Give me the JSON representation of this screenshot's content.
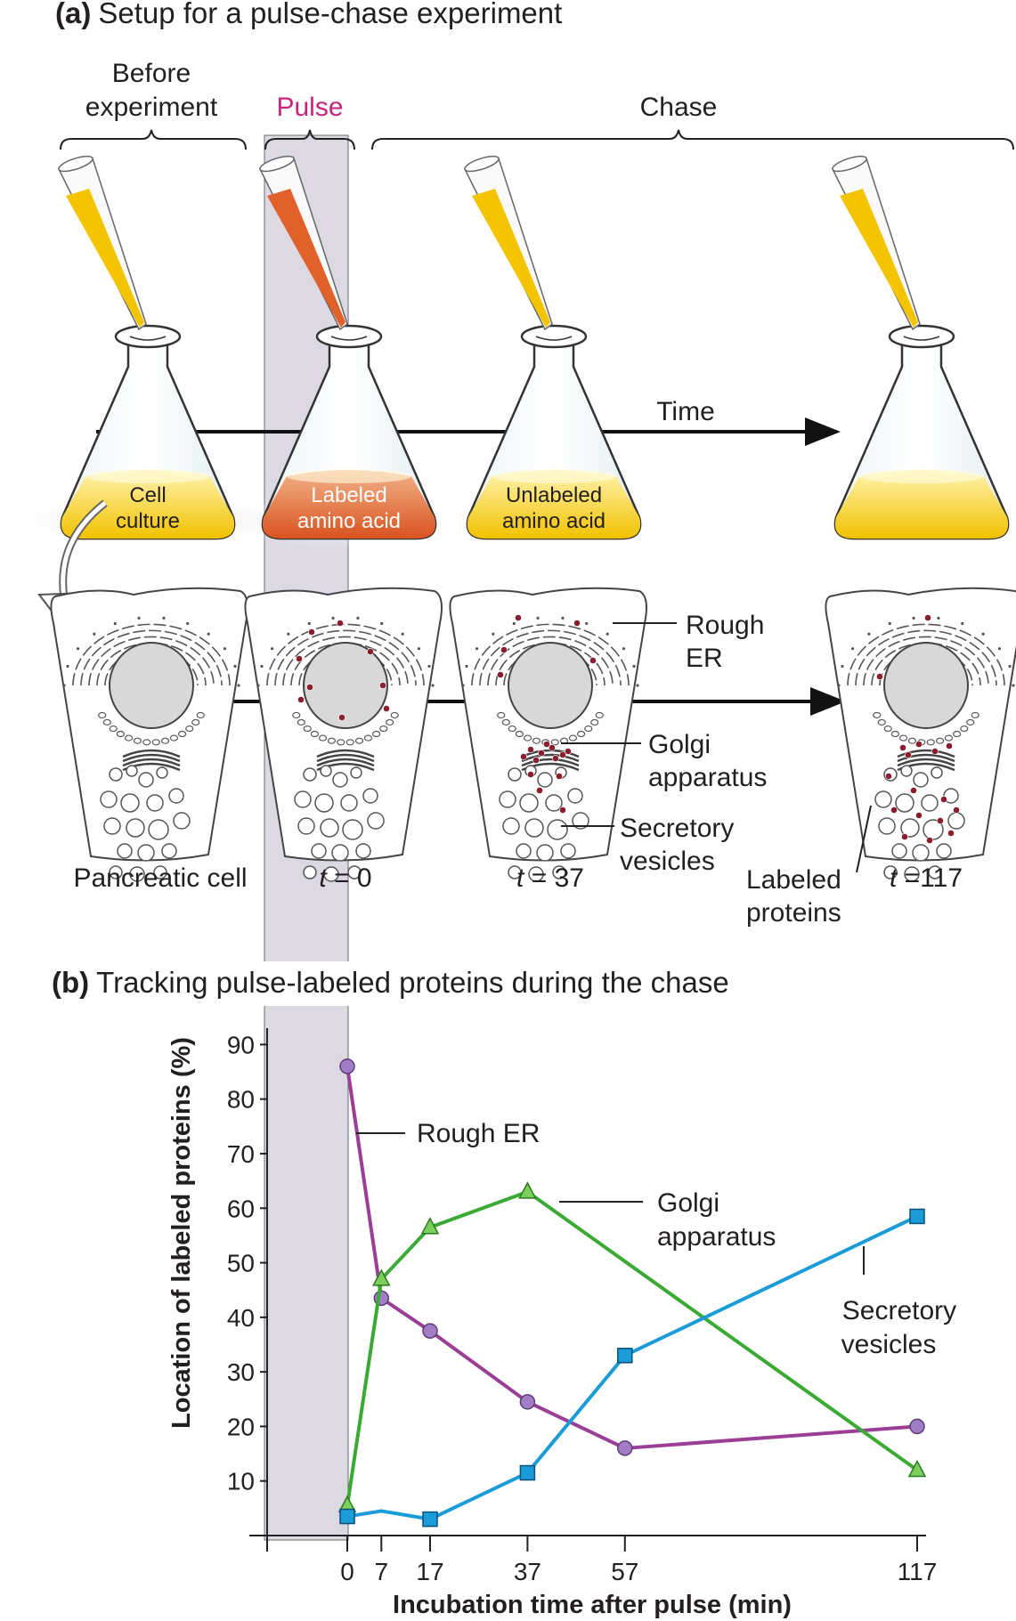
{
  "panel_a": {
    "letter": "(a)",
    "title": "Setup for a pulse-chase experiment",
    "phase_before_1": "Before",
    "phase_before_2": "experiment",
    "phase_pulse": "Pulse",
    "phase_chase": "Chase",
    "time_label": "Time",
    "flask1_line1": "Cell",
    "flask1_line2": "culture",
    "flask2_line1": "Labeled",
    "flask2_line2": "amino acid",
    "flask3_line1": "Unlabeled",
    "flask3_line2": "amino acid",
    "rough_er_1": "Rough",
    "rough_er_2": "ER",
    "golgi_1": "Golgi",
    "golgi_2": "apparatus",
    "secretory_1": "Secretory",
    "secretory_2": "vesicles",
    "labeled_1": "Labeled",
    "labeled_2": "proteins",
    "cell_caption_1": "Pancreatic cell",
    "t_symbol": "t",
    "t0_value": " = 0",
    "t37_value": " = 37",
    "t117_value": " =117",
    "colors": {
      "pulse_text": "#c8247a",
      "pulse_band": "#dcd9e3",
      "yellow_liquid": "#f5c400",
      "red_liquid": "#e0612a",
      "label_dot": "#8b1e2d"
    }
  },
  "panel_b": {
    "letter": "(b)",
    "title": "Tracking pulse-labeled proteins during the chase",
    "ylabel": "Location of labeled proteins (%)",
    "xlabel": "Incubation time after pulse (min)",
    "series_label_er": "Rough ER",
    "series_label_golgi_1": "Golgi",
    "series_label_golgi_2": "apparatus",
    "series_label_sec_1": "Secretory",
    "series_label_sec_2": "vesicles"
  },
  "chart_data": {
    "type": "line",
    "x": [
      0,
      7,
      17,
      37,
      57,
      117
    ],
    "x_ticks": [
      0,
      7,
      17,
      37,
      57,
      117
    ],
    "y_ticks": [
      10,
      20,
      30,
      40,
      50,
      60,
      70,
      80,
      90
    ],
    "series": [
      {
        "name": "Rough ER",
        "color": "#9b3f96",
        "marker": "circle",
        "points": [
          [
            0,
            86
          ],
          [
            7,
            43.5
          ],
          [
            17,
            37.5
          ],
          [
            37,
            24.5
          ],
          [
            57,
            16
          ],
          [
            117,
            20
          ]
        ]
      },
      {
        "name": "Golgi apparatus",
        "color": "#3aaa35",
        "marker": "triangle",
        "points": [
          [
            0,
            5.5
          ],
          [
            7,
            47
          ],
          [
            17,
            56.5
          ],
          [
            37,
            63
          ],
          [
            117,
            12
          ]
        ]
      },
      {
        "name": "Secretory vesicles",
        "color": "#1a9cd8",
        "marker": "square",
        "points": [
          [
            0,
            3.5
          ],
          [
            7,
            4.5
          ],
          [
            17,
            3
          ],
          [
            37,
            11.5
          ],
          [
            57,
            33
          ],
          [
            117,
            58.5
          ]
        ],
        "marker_x": [
          0,
          17,
          37,
          57,
          117
        ]
      }
    ],
    "ylim": [
      0,
      93
    ],
    "xlim": [
      -13,
      117
    ],
    "grid": false,
    "legend": "none"
  }
}
